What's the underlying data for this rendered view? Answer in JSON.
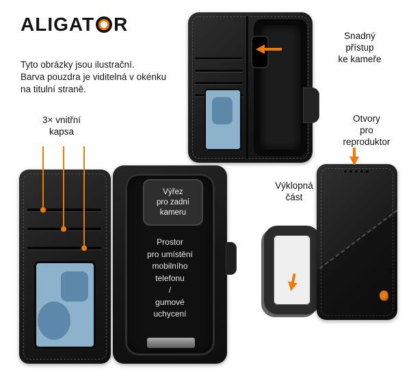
{
  "brand": {
    "name": "ALIGATOR",
    "logo_prefix": "ALIGAT",
    "logo_suffix": "R"
  },
  "intro": {
    "text": "Tyto obrázky jsou ilustrační.\nBarva pouzdra je viditelná v okénku\nna titulní straně."
  },
  "callouts": {
    "inner_pockets": "3× vnitřní\nkapsa",
    "camera_access": "Snadný\npřístup\nke kameře",
    "speaker_holes": "Otvory\npro\nreproduktor",
    "flip_part": "Výklopná\nčást"
  },
  "case_labels": {
    "rear_camera_cutout": "Výřez\npro zadní\nkameru",
    "phone_space": "Prostor\npro umístění\nmobilního\ntelefonu\n/\ngumové\nuchycení"
  },
  "colors": {
    "accent": "#ee7c00",
    "case_black": "#1c1c1c",
    "card_blue": "#8db2cc",
    "text": "#121212"
  }
}
